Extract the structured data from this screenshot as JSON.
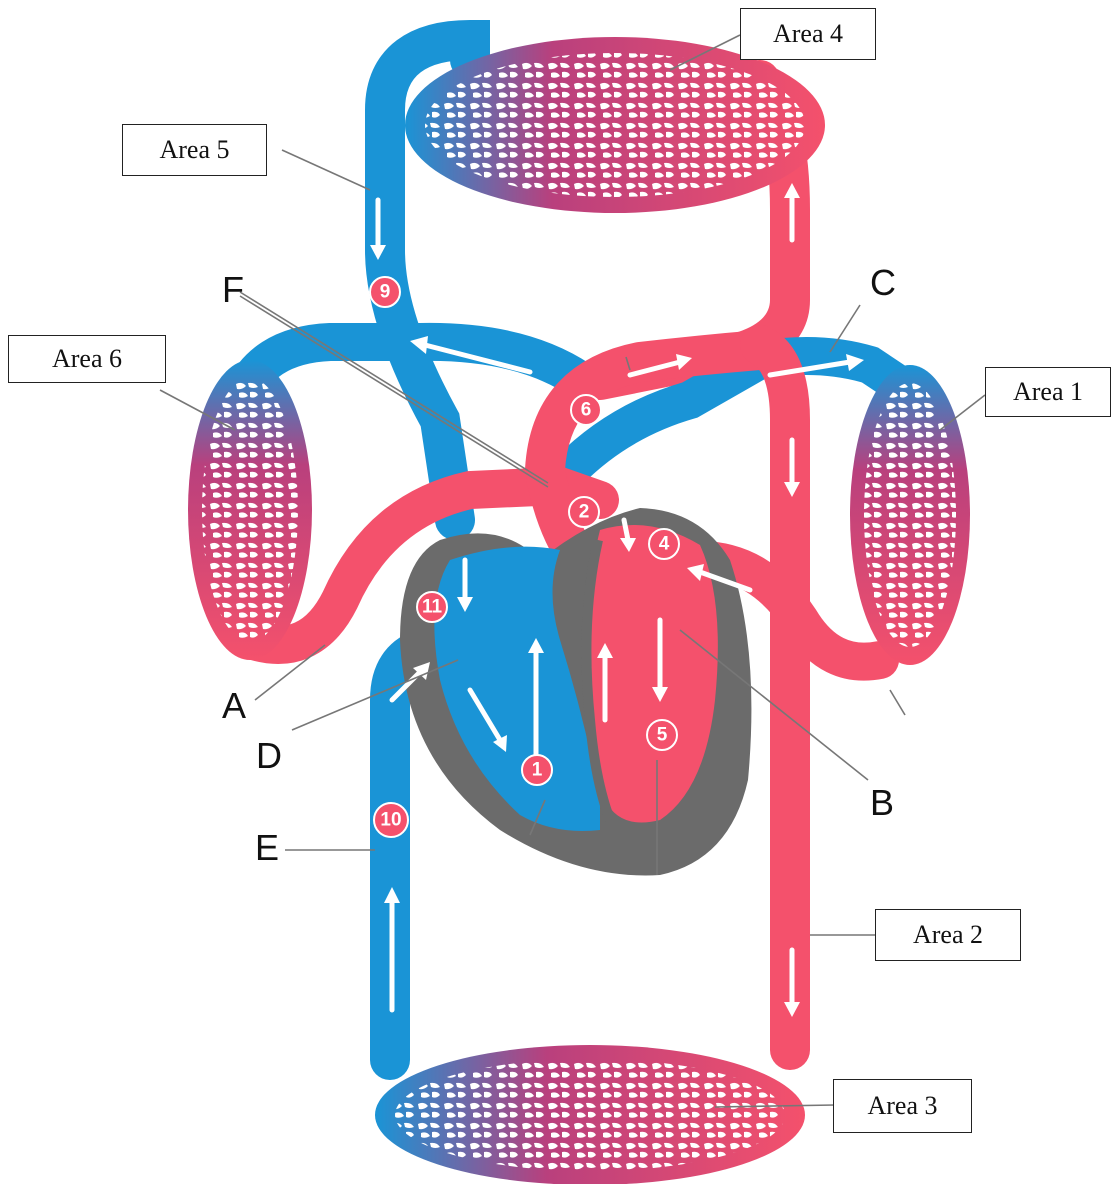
{
  "colors": {
    "oxygenated": "#f4516c",
    "deoxygenated": "#1a94d6",
    "heart_wall": "#6b6b6b",
    "capillary_mix": "#b9407d",
    "arrow": "#ffffff"
  },
  "area_labels": {
    "area1": "Area 1",
    "area2": "Area 2",
    "area3": "Area 3",
    "area4": "Area 4",
    "area5": "Area 5",
    "area6": "Area 6"
  },
  "letter_labels": {
    "a": "A",
    "b": "B",
    "c": "C",
    "d": "D",
    "e": "E",
    "f": "F"
  },
  "numbered_markers": {
    "m1": "1",
    "m2": "2",
    "m4": "4",
    "m5": "5",
    "m6": "6",
    "m9": "9",
    "m10": "10",
    "m11": "11"
  }
}
